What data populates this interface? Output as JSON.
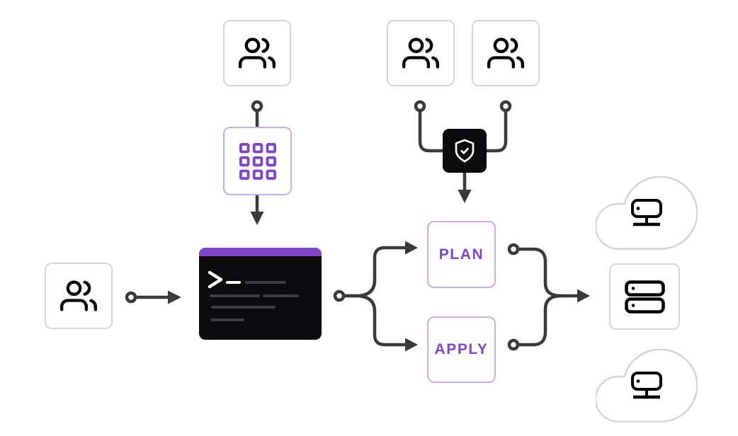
{
  "colors": {
    "purple": "#8145C8",
    "purple_light": "#C9AEE8",
    "line": "#3A3A3E",
    "black": "#0B0B0E",
    "border_gray": "#D6D6D9",
    "terminal_dim": "#3E3E42",
    "white": "#FFFFFF"
  },
  "labels": {
    "plan": "PLAN",
    "apply": "APPLY"
  },
  "icons": {
    "users": "users-icon",
    "module": "module-grid-icon",
    "policy": "shield-check-icon",
    "terminal": "terminal-prompt-graphic",
    "server": "server-stack-icon",
    "cloud_server": "cloud-server-icon"
  }
}
